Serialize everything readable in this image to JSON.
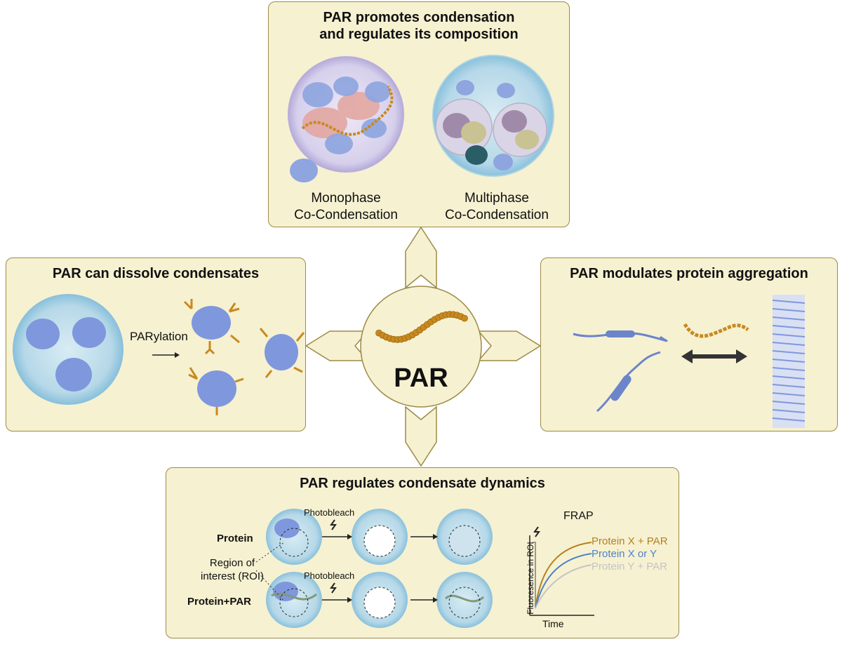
{
  "center": {
    "label": "PAR"
  },
  "top_panel": {
    "title_line1": "PAR promotes condensation",
    "title_line2": "and regulates its composition",
    "left_caption_line1": "Monophase",
    "left_caption_line2": "Co-Condensation",
    "right_caption_line1": "Multiphase",
    "right_caption_line2": "Co-Condensation"
  },
  "left_panel": {
    "title": "PAR can dissolve condensates",
    "arrow_label": "PARylation"
  },
  "right_panel": {
    "title": "PAR modulates protein aggregation"
  },
  "bottom_panel": {
    "title": "PAR regulates condensate dynamics",
    "row1_label": "Protein",
    "row2_label": "Protein+PAR",
    "photobleach_label": "Photobleach",
    "roi_line1": "Region of",
    "roi_line2": "interest (ROI)",
    "frap": {
      "title": "FRAP",
      "xlabel": "Time",
      "ylabel": "Fluoresence in ROI",
      "curves": [
        {
          "name": "Protein X + PAR",
          "color": "#b5801e"
        },
        {
          "name": "Protein X or Y",
          "color": "#4f82c8"
        },
        {
          "name": "Protein Y + PAR",
          "color": "#c4c4c4"
        }
      ]
    }
  },
  "colors": {
    "panel_bg": "#f6f1d1",
    "panel_border": "#9d8a47",
    "protein_blue": "#7f97dc",
    "par_chain": "#c9891f",
    "condensate": "#bfdbe8"
  }
}
